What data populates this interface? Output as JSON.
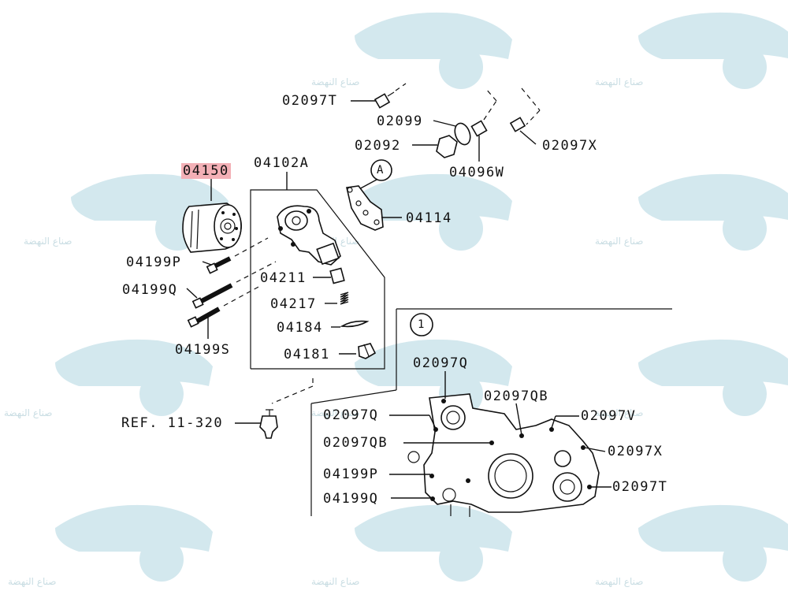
{
  "watermark": {
    "text": "صناع النهضة"
  },
  "labels": {
    "p02097T_top": "02097T",
    "p02099": "02099",
    "p02092": "02092",
    "p04096W": "04096W",
    "p02097X_top": "02097X",
    "p04150": "04150",
    "p04102A": "04102A",
    "callout_A": "A",
    "p04114": "04114",
    "p04199P": "04199P",
    "p04199Q": "04199Q",
    "p04199S": "04199S",
    "p04211": "04211",
    "p04217": "04217",
    "p04184": "04184",
    "p04181": "04181",
    "ref": "REF. 11-320",
    "callout_1": "1",
    "b02097Q_a": "02097Q",
    "b02097QB_a": "02097QB",
    "b02097Q_b": "02097Q",
    "b02097V": "02097V",
    "b02097QB_b": "02097QB",
    "b02097X": "02097X",
    "b04199P": "04199P",
    "b02097T": "02097T",
    "b04199Q": "04199Q"
  },
  "colors": {
    "highlight": "#f3b0b6",
    "watermark": "#d3e8ee",
    "line": "#111111"
  }
}
